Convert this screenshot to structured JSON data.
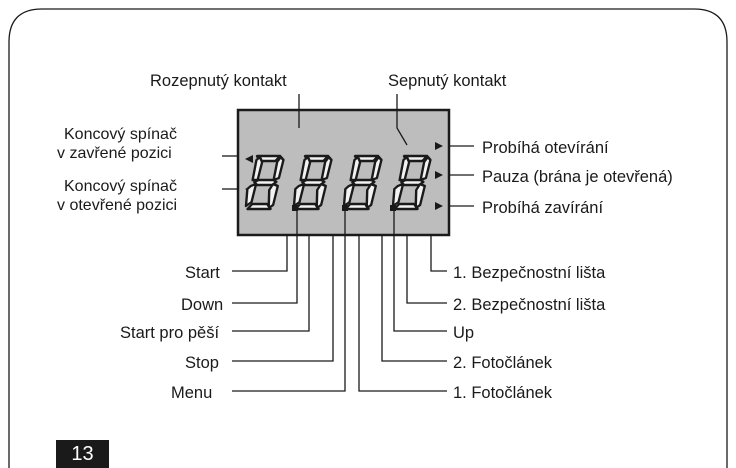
{
  "top_labels": {
    "open_contact": "Rozepnutý kontakt",
    "closed_contact": "Sepnutý kontakt"
  },
  "left_labels": {
    "limit_closed_line1": "Koncový spínač",
    "limit_closed_line2": "v zavřené pozici",
    "limit_open_line1": "Koncový spínač",
    "limit_open_line2": "v otevřené pozici"
  },
  "right_labels": {
    "opening": "Probíhá otevírání",
    "pause": "Pauza (brána je otevřená)",
    "closing": "Probíhá zavírání"
  },
  "bottom_left_labels": {
    "start": "Start",
    "down": "Down",
    "start_pedestrian": "Start pro pěší",
    "stop": "Stop",
    "menu": "Menu"
  },
  "bottom_right_labels": {
    "safety_edge_1": "1. Bezpečnostní lišta",
    "safety_edge_2": "2. Bezpečnostní lišta",
    "up": "Up",
    "photocell_2": "2. Fotočlánek",
    "photocell_1": "1. Fotočlánek"
  },
  "page_number": "13",
  "colors": {
    "display_background": "#bdbdbd",
    "segment_fill": "#f2f2f2",
    "line": "#1a1a1a",
    "page_number_box": "#1a1a1a"
  }
}
